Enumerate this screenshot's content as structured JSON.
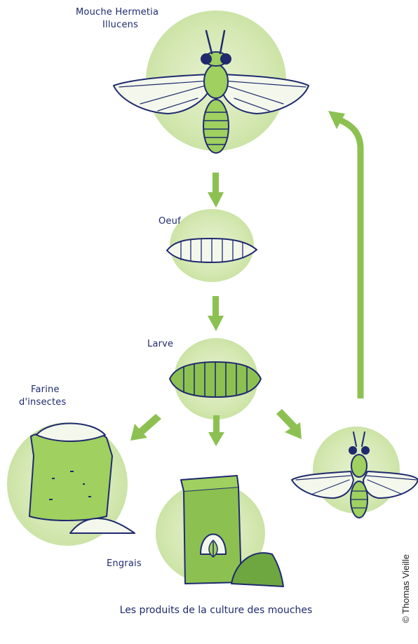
{
  "labels": {
    "fly_title_line1": "Mouche Hermetia",
    "fly_title_line2": "Illucens",
    "egg": "Oeuf",
    "larva": "Larve",
    "flour_line1": "Farine",
    "flour_line2": "d'insectes",
    "fertilizer": "Engrais"
  },
  "caption": "Les produits de la culture des mouches",
  "credit": "© Thomas Vieille",
  "colors": {
    "ink": "#1f2a6e",
    "green": "#8cc152",
    "green_light": "#dbeabf",
    "green_fill": "#9fd060"
  }
}
